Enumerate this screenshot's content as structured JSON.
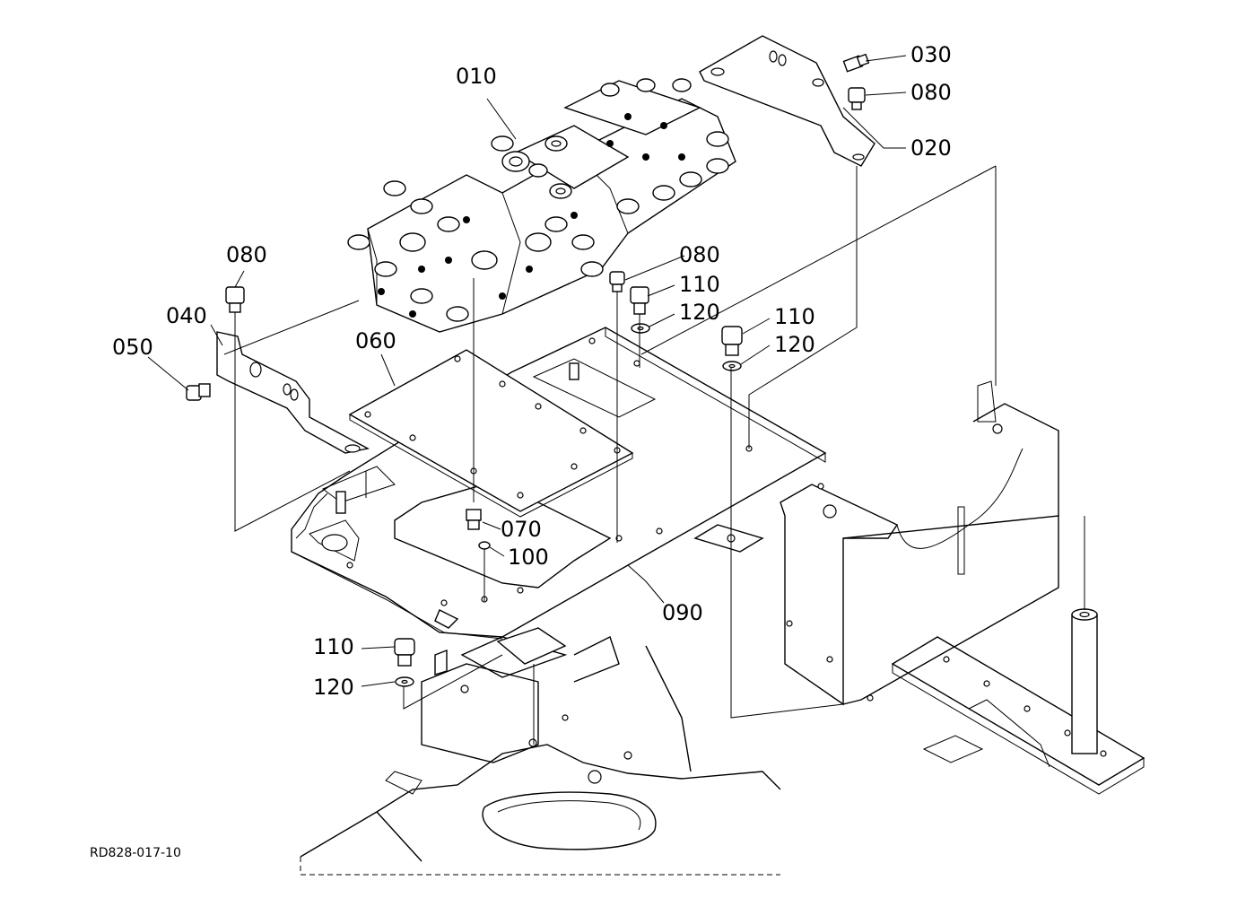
{
  "drawing_code": "RD828-017-10",
  "callouts": {
    "p010": "010",
    "p020": "020",
    "p030": "030",
    "p040": "040",
    "p050": "050",
    "p060": "060",
    "p070": "070",
    "p080a": "080",
    "p080b": "080",
    "p080c": "080",
    "p090": "090",
    "p100": "100",
    "p110a": "110",
    "p110b": "110",
    "p110c": "110",
    "p120a": "120",
    "p120b": "120",
    "p120c": "120"
  }
}
